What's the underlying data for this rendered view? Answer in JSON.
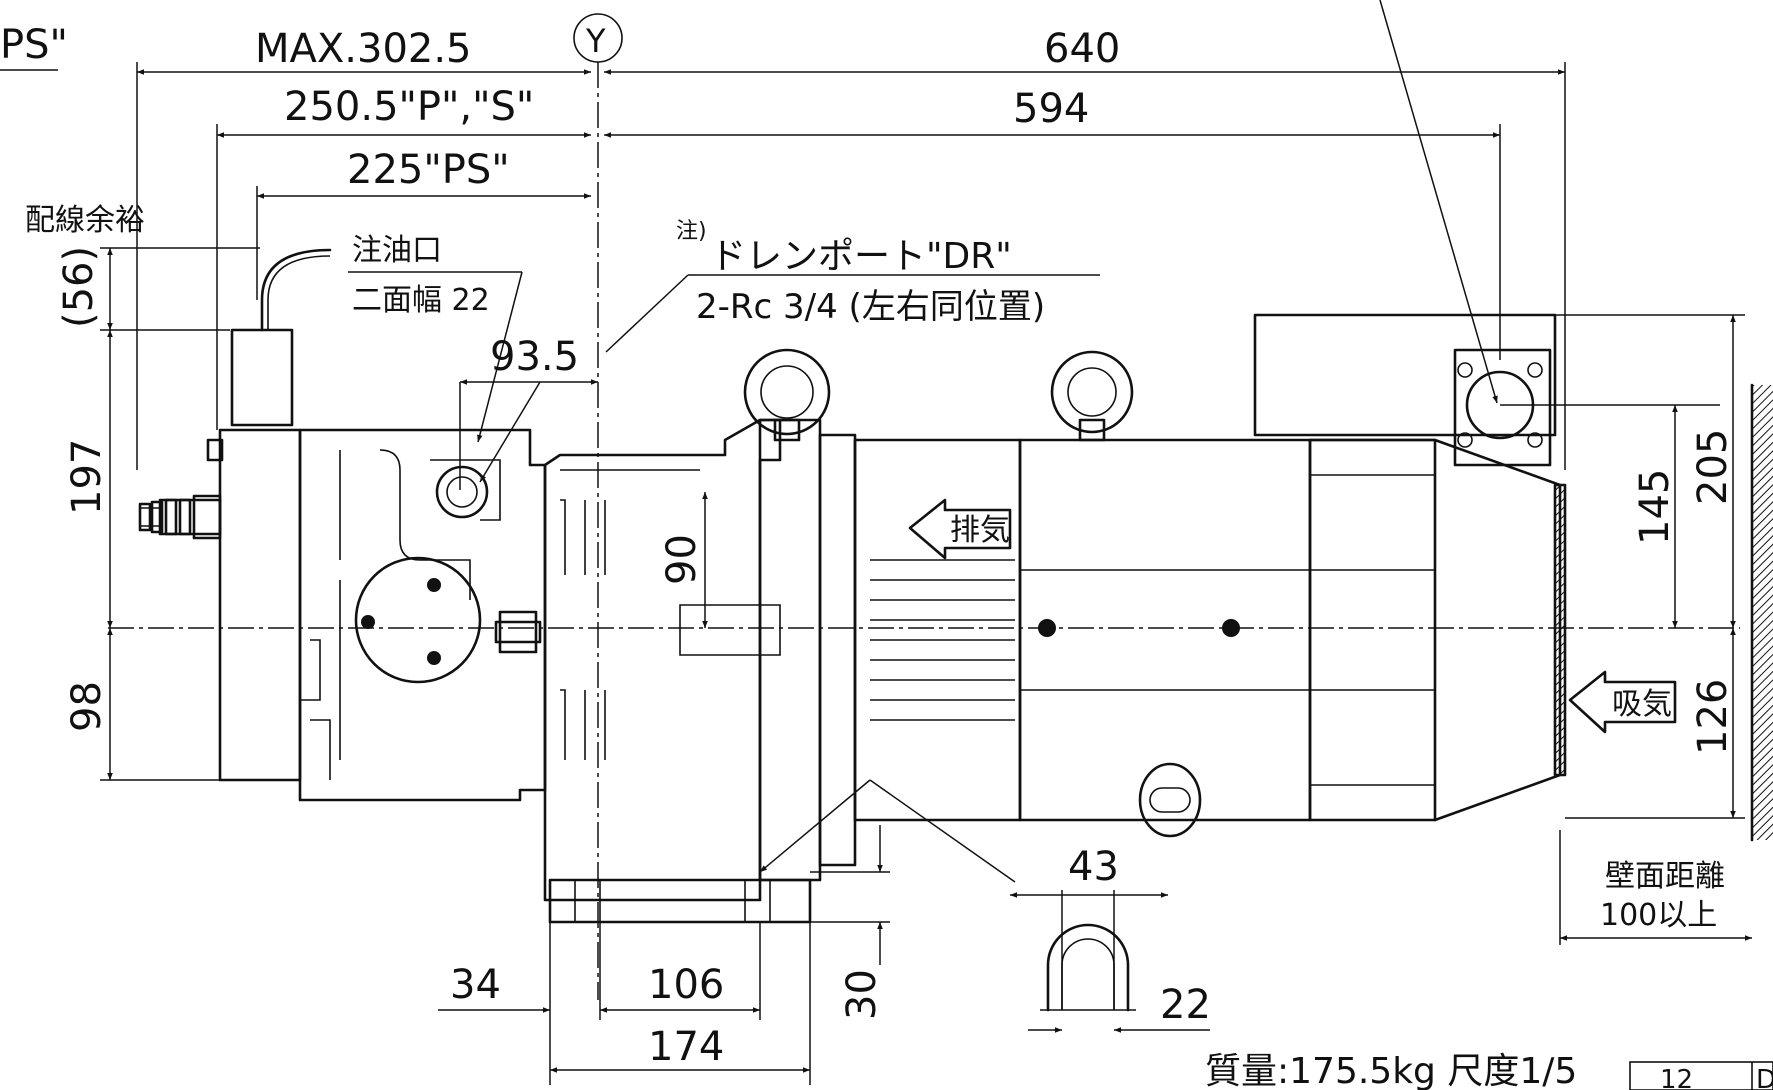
{
  "labels": {
    "ps_fragment": "PS\"",
    "max_width": "MAX.302.5",
    "datum_y": "Y",
    "width_640": "640",
    "width_250_5": "250.5\"P\",\"S\"",
    "width_594": "594",
    "width_225": "225\"PS\"",
    "wiring_allowance": "配線余裕",
    "dim_56": "(56)",
    "oil_port": "注油口",
    "across_flats": "二面幅 22",
    "note_marker": "注)",
    "drain_port": "ドレンポート\"DR\"",
    "drain_spec": "2-Rc 3/4 (左右同位置)",
    "dim_93_5": "93.5",
    "dim_197": "197",
    "dim_98": "98",
    "dim_90": "90",
    "exhaust": "排気",
    "intake": "吸気",
    "dim_145": "145",
    "dim_205": "205",
    "dim_126": "126",
    "wall_distance": "壁面距離",
    "wall_distance_value": "100以上",
    "dim_43": "43",
    "dim_22": "22",
    "dim_34": "34",
    "dim_106": "106",
    "dim_30": "30",
    "dim_174": "174",
    "mass_scale": "質量:175.5kg 尺度1/5",
    "sheet_number": "12",
    "sheet_letter": "D"
  }
}
